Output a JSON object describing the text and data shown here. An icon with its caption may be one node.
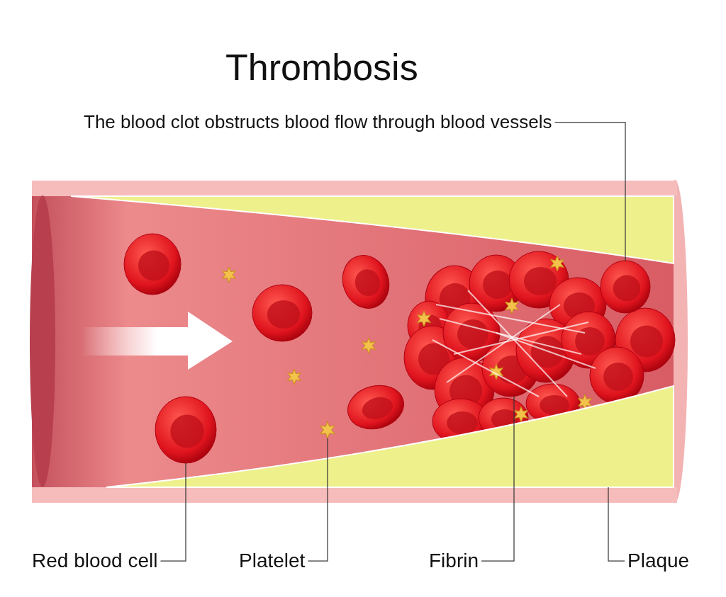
{
  "diagram": {
    "title": "Thrombosis",
    "nodes": [
      {
        "text": [
          "The blood clot obstructs blood flow through blood vessels"
        ]
      },
      {
        "text": [],
        "shape": "circle"
      },
      {
        "text": [],
        "shape": "circle"
      },
      {
        "text": [],
        "shape": "star"
      },
      {
        "text": [],
        "shape": "picture"
      },
      {
        "text": [],
        "shape": "band"
      },
      {
        "text": [
          "Red blood cell"
        ]
      },
      {
        "text": [
          "Platelet"
        ]
      },
      {
        "text": [
          "Fibrin"
        ]
      },
      {
        "text": [
          "Plaque"
        ]
      }
    ],
    "edges": [
      {
        "from": 0,
        "to": 1,
        "arrow": "none"
      },
      {
        "from": 6,
        "to": 2,
        "arrow": "none"
      },
      {
        "from": 7,
        "to": 3,
        "arrow": "none"
      },
      {
        "from": 8,
        "to": 4,
        "arrow": "none"
      },
      {
        "from": 9,
        "to": 5,
        "arrow": "none"
      }
    ]
  }
}
